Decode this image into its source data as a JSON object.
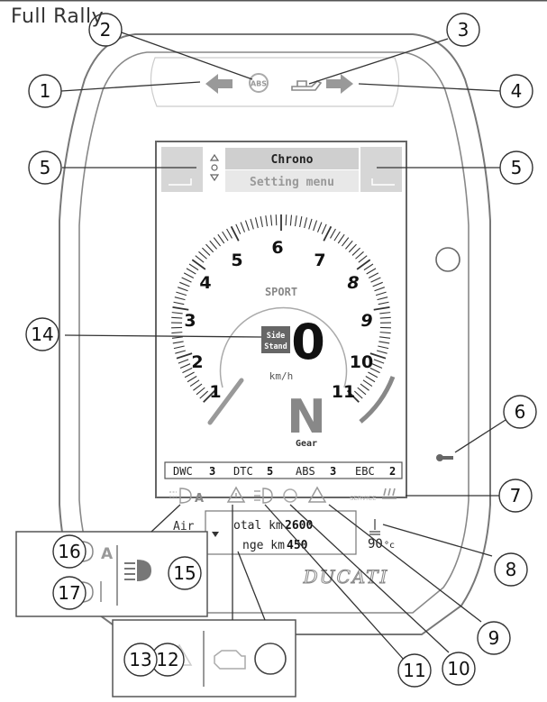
{
  "title": "Full Rally",
  "menu": {
    "chrono": "Chrono",
    "setting": "Setting menu"
  },
  "speed": {
    "mode": "SPORT",
    "value": "0",
    "unit": "km/h",
    "side_stand_line1": "Side",
    "side_stand_line2": "Stand"
  },
  "tach_numbers": [
    "1",
    "2",
    "3",
    "4",
    "5",
    "6",
    "7",
    "8",
    "9",
    "10",
    "11"
  ],
  "gear": {
    "value": "N",
    "label": "Gear"
  },
  "status": {
    "dwc_label": "DWC",
    "dwc_value": "3",
    "dtc_label": "DTC",
    "dtc_value": "5",
    "abs_label": "ABS",
    "abs_value": "3",
    "ebc_label": "EBC",
    "ebc_value": "2"
  },
  "info": {
    "total_label": "otal km",
    "total_value": "2600",
    "range_label": "nge km",
    "range_value": "450"
  },
  "air_label": "Air",
  "headlight_mode": "A",
  "temp": {
    "value": "90",
    "unit": "°c"
  },
  "service_text": "SERVICE",
  "brand": "DUCATI",
  "abs_icon": "ABS",
  "callouts": [
    "1",
    "2",
    "3",
    "4",
    "5",
    "5",
    "6",
    "7",
    "8",
    "9",
    "10",
    "11",
    "12",
    "13",
    "14",
    "15",
    "16",
    "17"
  ],
  "inset_a": {
    "mode": "A"
  },
  "icons": [
    "arrow-left-icon",
    "abs-warning-icon",
    "oil-pressure-icon",
    "arrow-right-icon",
    "key-icon",
    "headlight-auto-icon",
    "general-warning-icon",
    "high-beam-icon",
    "fuel-icon",
    "traction-warning-icon",
    "heated-grips-icon",
    "coolant-temp-icon",
    "engine-check-icon",
    "low-beam-icon",
    "drl-icon"
  ]
}
